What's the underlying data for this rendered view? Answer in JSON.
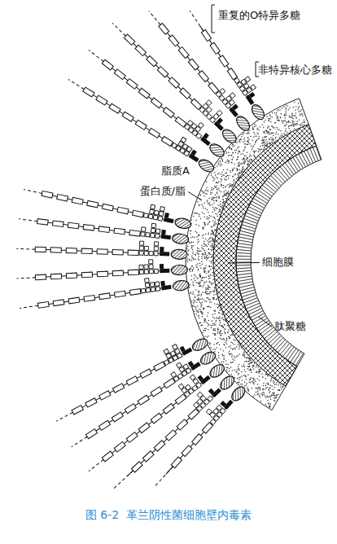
{
  "diagram": {
    "caption": "图 6-2  革兰阴性菌细胞壁内毒素",
    "labels": [
      "重复的O特异多糖",
      "非特异核心多糖",
      "脂质A",
      "蛋白质/脂",
      "细胞膜",
      "肽聚糖"
    ]
  }
}
